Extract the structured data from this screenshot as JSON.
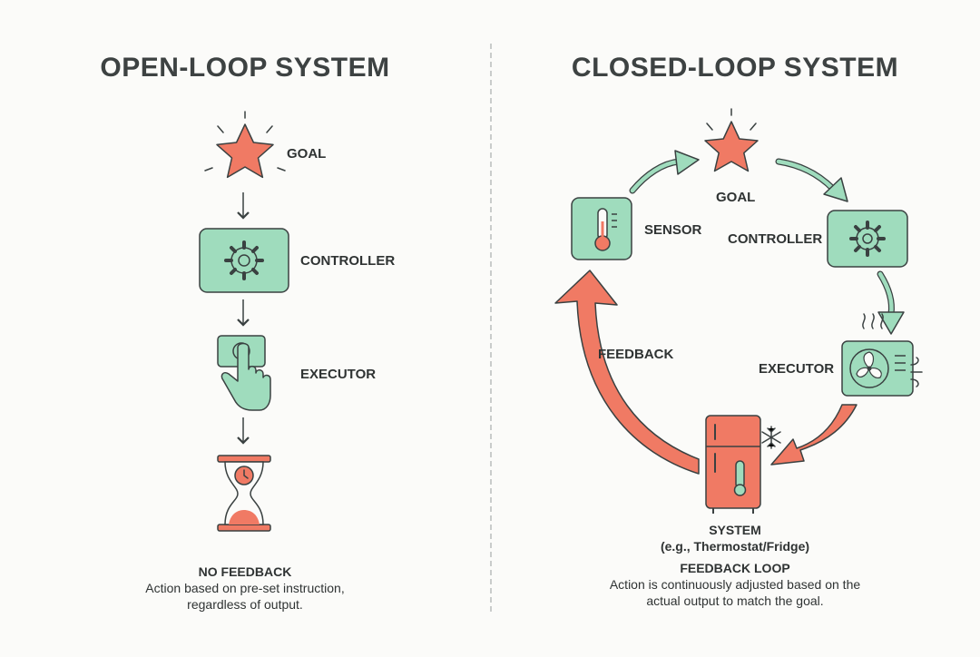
{
  "open_loop": {
    "title": "OPEN-LOOP SYSTEM",
    "goal_label": "GOAL",
    "controller_label": "CONTROLLER",
    "executor_label": "EXECUTOR",
    "caption_head": "NO FEEDBACK",
    "caption_line1": "Action based on pre-set instruction,",
    "caption_line2": "regardless of output.",
    "icons": [
      "star-icon",
      "gear-icon",
      "push-button-hand-icon",
      "hourglass-clock-icon"
    ]
  },
  "closed_loop": {
    "title": "CLOSED-LOOP SYSTEM",
    "goal_label": "GOAL",
    "sensor_label": "SENSOR",
    "controller_label": "CONTROLLER",
    "executor_label": "EXECUTOR",
    "feedback_label": "FEEDBACK",
    "system_label": "SYSTEM",
    "system_example": "(e.g., Thermostat/Fridge)",
    "caption_head": "FEEDBACK LOOP",
    "caption_line1": "Action is continuously adjusted based on the",
    "caption_line2": "actual output to match the goal.",
    "icons": [
      "star-icon",
      "thermometer-icon",
      "gear-icon",
      "fan-icon",
      "fridge-icon",
      "snowflake-icon"
    ]
  },
  "colors": {
    "accent_red": "#f07a64",
    "accent_green": "#9fdcbd",
    "outline": "#3a4141",
    "text": "#2f3333"
  }
}
